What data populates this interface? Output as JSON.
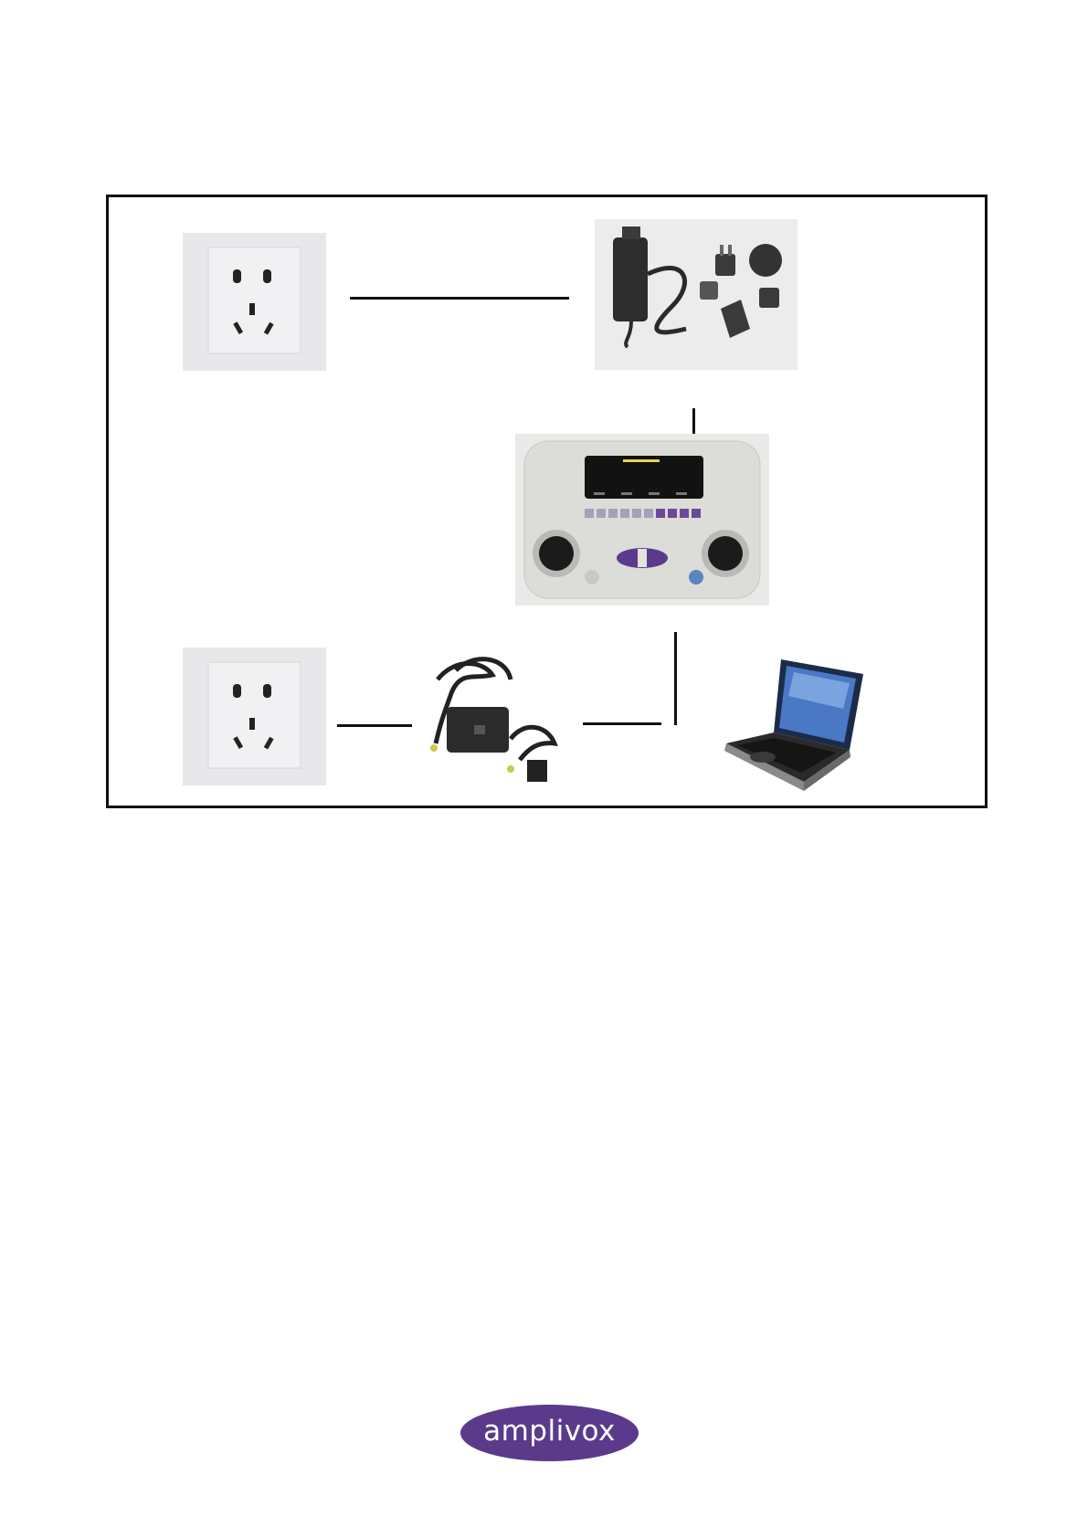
{
  "diagram": {
    "nodes": [
      {
        "id": "wall-socket-top",
        "kind": "wall socket"
      },
      {
        "id": "plug-adapter-kit",
        "kind": "power adapter with interchangeable plugs"
      },
      {
        "id": "audiometer",
        "kind": "audiometer device"
      },
      {
        "id": "wall-socket-bottom",
        "kind": "wall socket"
      },
      {
        "id": "laptop-power-supply",
        "kind": "power supply brick"
      },
      {
        "id": "laptop",
        "kind": "laptop computer"
      }
    ],
    "edges": [
      {
        "from": "wall-socket-top",
        "to": "plug-adapter-kit"
      },
      {
        "from": "plug-adapter-kit",
        "to": "audiometer"
      },
      {
        "from": "wall-socket-bottom",
        "to": "laptop-power-supply"
      },
      {
        "from": "laptop-power-supply",
        "to": "laptop"
      },
      {
        "from": "audiometer",
        "to": "laptop"
      }
    ]
  },
  "logo": {
    "text": "amplivox",
    "color": "#5b3a8c"
  },
  "colors": {
    "line": "#111111",
    "accent_purple": "#5b3a8c"
  }
}
